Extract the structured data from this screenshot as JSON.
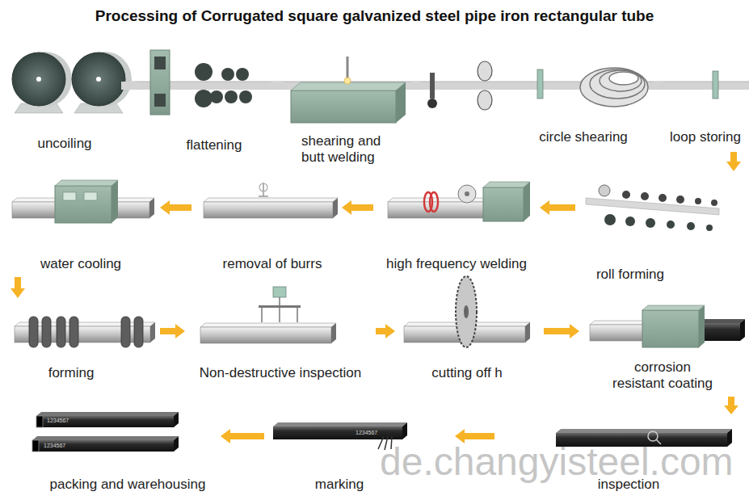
{
  "diagram": {
    "title": "Processing of Corrugated square galvanized steel pipe iron rectangular tube",
    "nodes": [
      {
        "text": [
          "uncoiling"
        ]
      },
      {
        "text": [
          "flattening"
        ]
      },
      {
        "text": [
          "shearing and butt welding"
        ]
      },
      {
        "text": [
          "circle shearing"
        ]
      },
      {
        "text": [
          "loop storing"
        ]
      },
      {
        "text": [
          "water cooling"
        ]
      },
      {
        "text": [
          "removal of burrs"
        ]
      },
      {
        "text": [
          "high frequency welding"
        ]
      },
      {
        "text": [
          "roll forming"
        ]
      },
      {
        "text": [
          "forming"
        ]
      },
      {
        "text": [
          "Non-destructive inspection"
        ]
      },
      {
        "text": [
          "cutting off h"
        ]
      },
      {
        "text": [
          "corrosion resistant coating"
        ]
      },
      {
        "text": [
          "packing and warehousing"
        ]
      },
      {
        "text": [
          "marking"
        ]
      },
      {
        "text": [
          "inspection"
        ]
      }
    ],
    "edges": [
      {
        "from": 0,
        "to": 1,
        "arrow": "none"
      },
      {
        "from": 1,
        "to": 2,
        "arrow": "none"
      },
      {
        "from": 2,
        "to": 3,
        "arrow": "none"
      },
      {
        "from": 3,
        "to": 4,
        "arrow": "none"
      },
      {
        "from": 4,
        "to": 8,
        "arrow": "to"
      },
      {
        "from": 8,
        "to": 7,
        "arrow": "to"
      },
      {
        "from": 7,
        "to": 6,
        "arrow": "to"
      },
      {
        "from": 6,
        "to": 5,
        "arrow": "to"
      },
      {
        "from": 5,
        "to": 9,
        "arrow": "to"
      },
      {
        "from": 9,
        "to": 10,
        "arrow": "to"
      },
      {
        "from": 10,
        "to": 11,
        "arrow": "to"
      },
      {
        "from": 11,
        "to": 12,
        "arrow": "to"
      },
      {
        "from": 12,
        "to": 15,
        "arrow": "to"
      },
      {
        "from": 15,
        "to": 14,
        "arrow": "to"
      },
      {
        "from": 14,
        "to": 13,
        "arrow": "to"
      }
    ],
    "labels": [
      "1234567",
      "1234567",
      "1234567",
      "de.changyisteel.com"
    ]
  }
}
